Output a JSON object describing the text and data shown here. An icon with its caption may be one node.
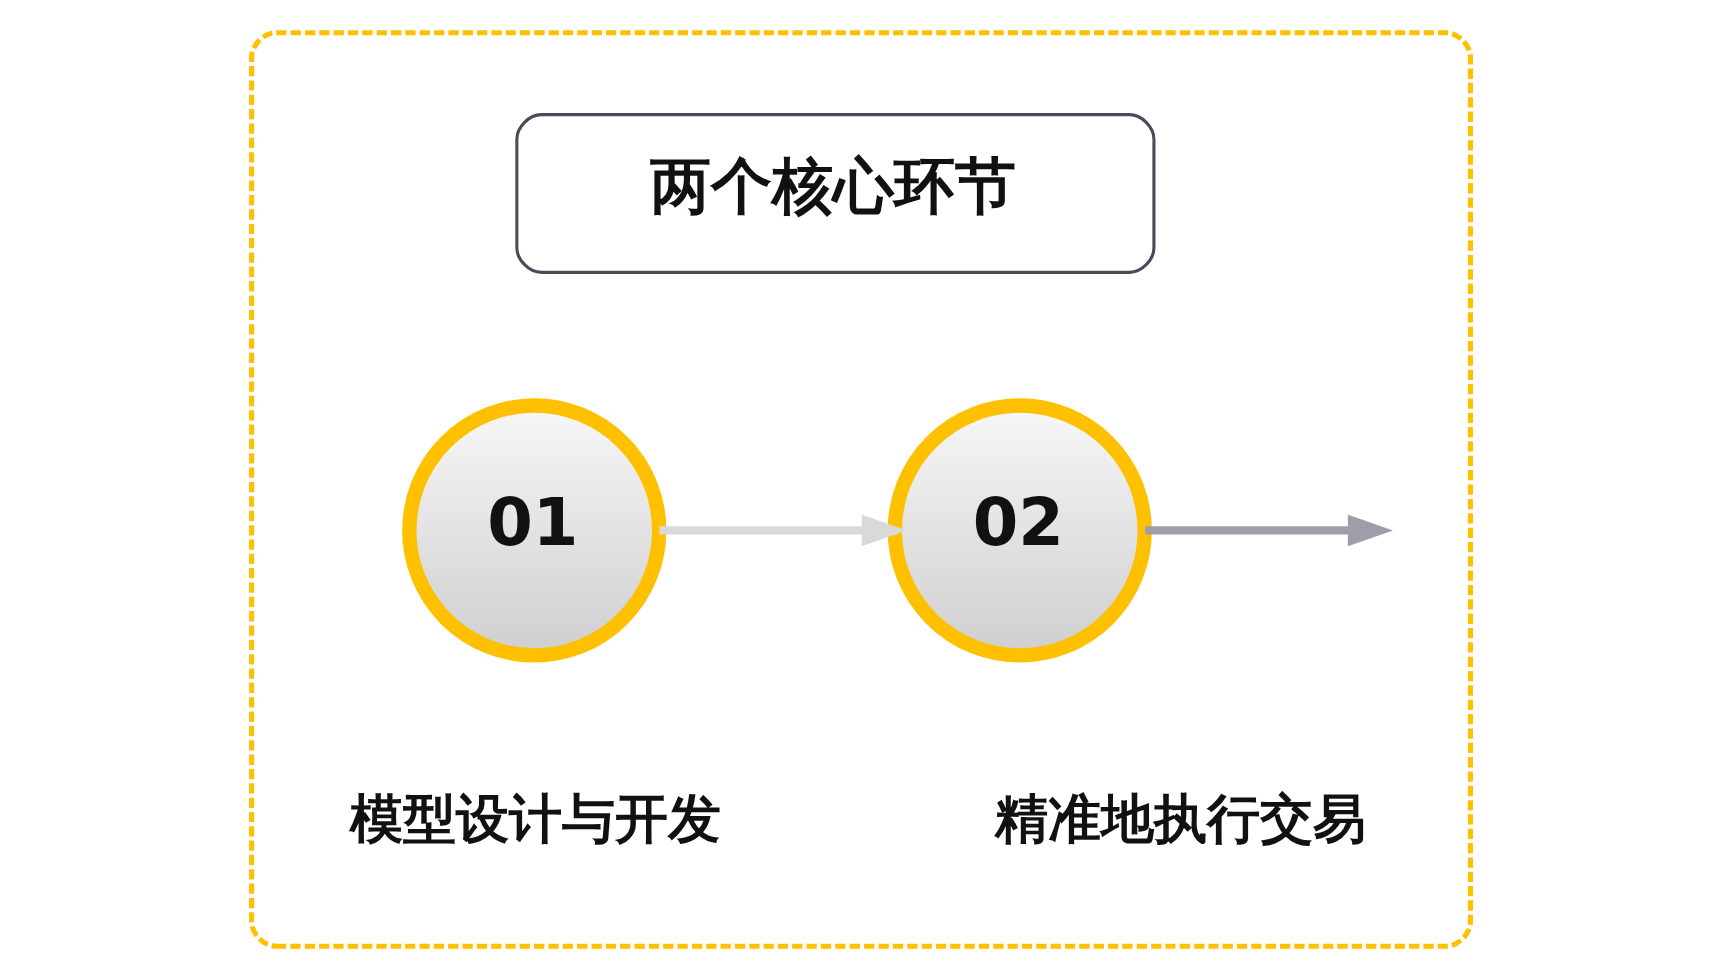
{
  "diagram": {
    "nodes": [
      {
        "text": [],
        "shape": "box"
      },
      {
        "text": [
          "两个核心环节"
        ],
        "in": 0
      },
      {
        "text": [
          "01"
        ],
        "beside": [
          "模型设计与开发"
        ],
        "in": 0
      },
      {
        "text": [
          "02"
        ],
        "beside": [
          "精准地执行交易"
        ],
        "in": 0
      }
    ],
    "edges": [
      {
        "from": 2,
        "to": 3,
        "arrow": "to",
        "color": "#d9d9d9"
      },
      {
        "from": 3,
        "to": null,
        "arrow": "to",
        "color": "#9e9eab"
      }
    ]
  }
}
